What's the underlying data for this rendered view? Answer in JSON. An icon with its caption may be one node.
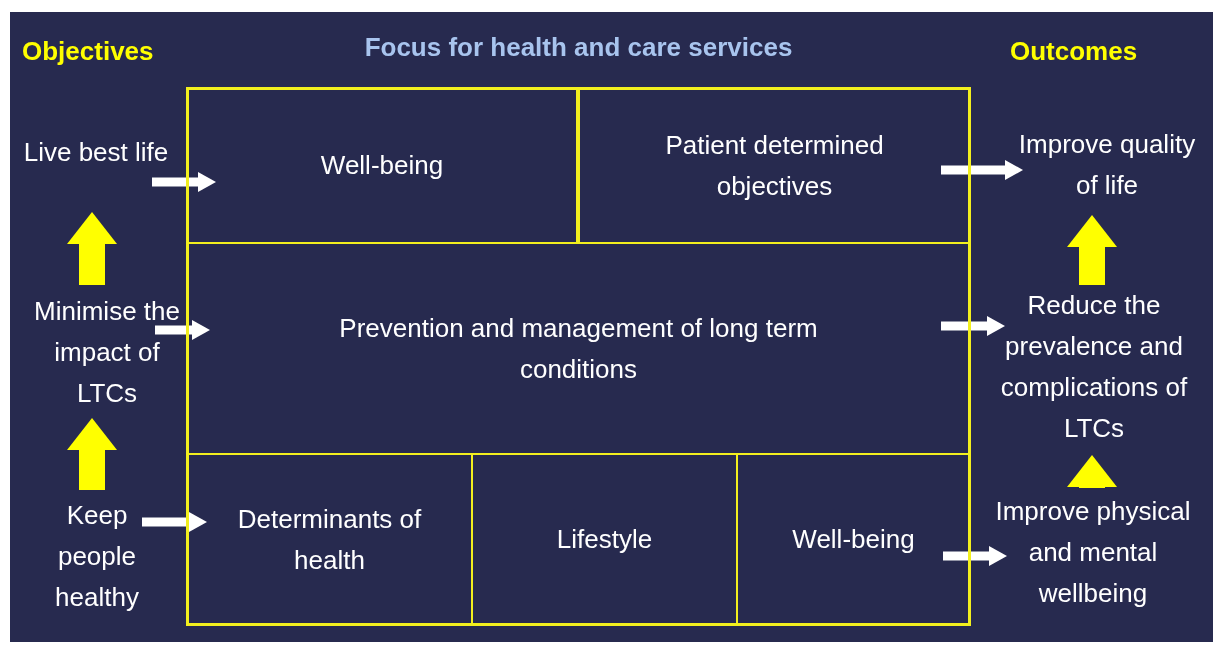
{
  "diagram": {
    "nodes": [
      {
        "text": [
          "Focus for health and care services"
        ]
      },
      {
        "text": [
          "Well-being"
        ],
        "in": 0
      },
      {
        "text": [
          "Patient determined objectives"
        ],
        "in": 0
      },
      {
        "text": [
          "Prevention and management of long term conditions"
        ],
        "in": 0
      },
      {
        "text": [
          "Determinants of health"
        ],
        "in": 0
      },
      {
        "text": [
          "Lifestyle"
        ],
        "in": 0
      },
      {
        "text": [
          "Well-being"
        ],
        "in": 0
      },
      {
        "text": [
          "Live best life"
        ]
      },
      {
        "text": [
          "Minimise the impact of LTCs"
        ]
      },
      {
        "text": [
          "Keep people healthy"
        ]
      },
      {
        "text": [
          "Improve quality of life"
        ]
      },
      {
        "text": [
          "Reduce the prevalence and complications of LTCs"
        ]
      },
      {
        "text": [
          "Improve physical and mental wellbeing"
        ]
      }
    ],
    "edges": [
      {
        "from": 7,
        "to": 1,
        "arrow": "to"
      },
      {
        "from": 8,
        "to": 3,
        "arrow": "to"
      },
      {
        "from": 9,
        "to": 4,
        "arrow": "to"
      },
      {
        "from": 2,
        "to": 10,
        "arrow": "to"
      },
      {
        "from": 3,
        "to": 11,
        "arrow": "to"
      },
      {
        "from": 6,
        "to": 12,
        "arrow": "to"
      },
      {
        "from": 8,
        "to": 7,
        "arrow": "to",
        "style": "thick",
        "color": "#ffff00"
      },
      {
        "from": 9,
        "to": 8,
        "arrow": "to",
        "style": "thick",
        "color": "#ffff00"
      },
      {
        "from": 11,
        "to": 10,
        "arrow": "to",
        "style": "thick",
        "color": "#ffff00"
      },
      {
        "from": 12,
        "to": 11,
        "arrow": "to",
        "style": "thick",
        "color": "#ffff00"
      }
    ],
    "labels": [
      "Objectives",
      "Outcomes"
    ]
  }
}
